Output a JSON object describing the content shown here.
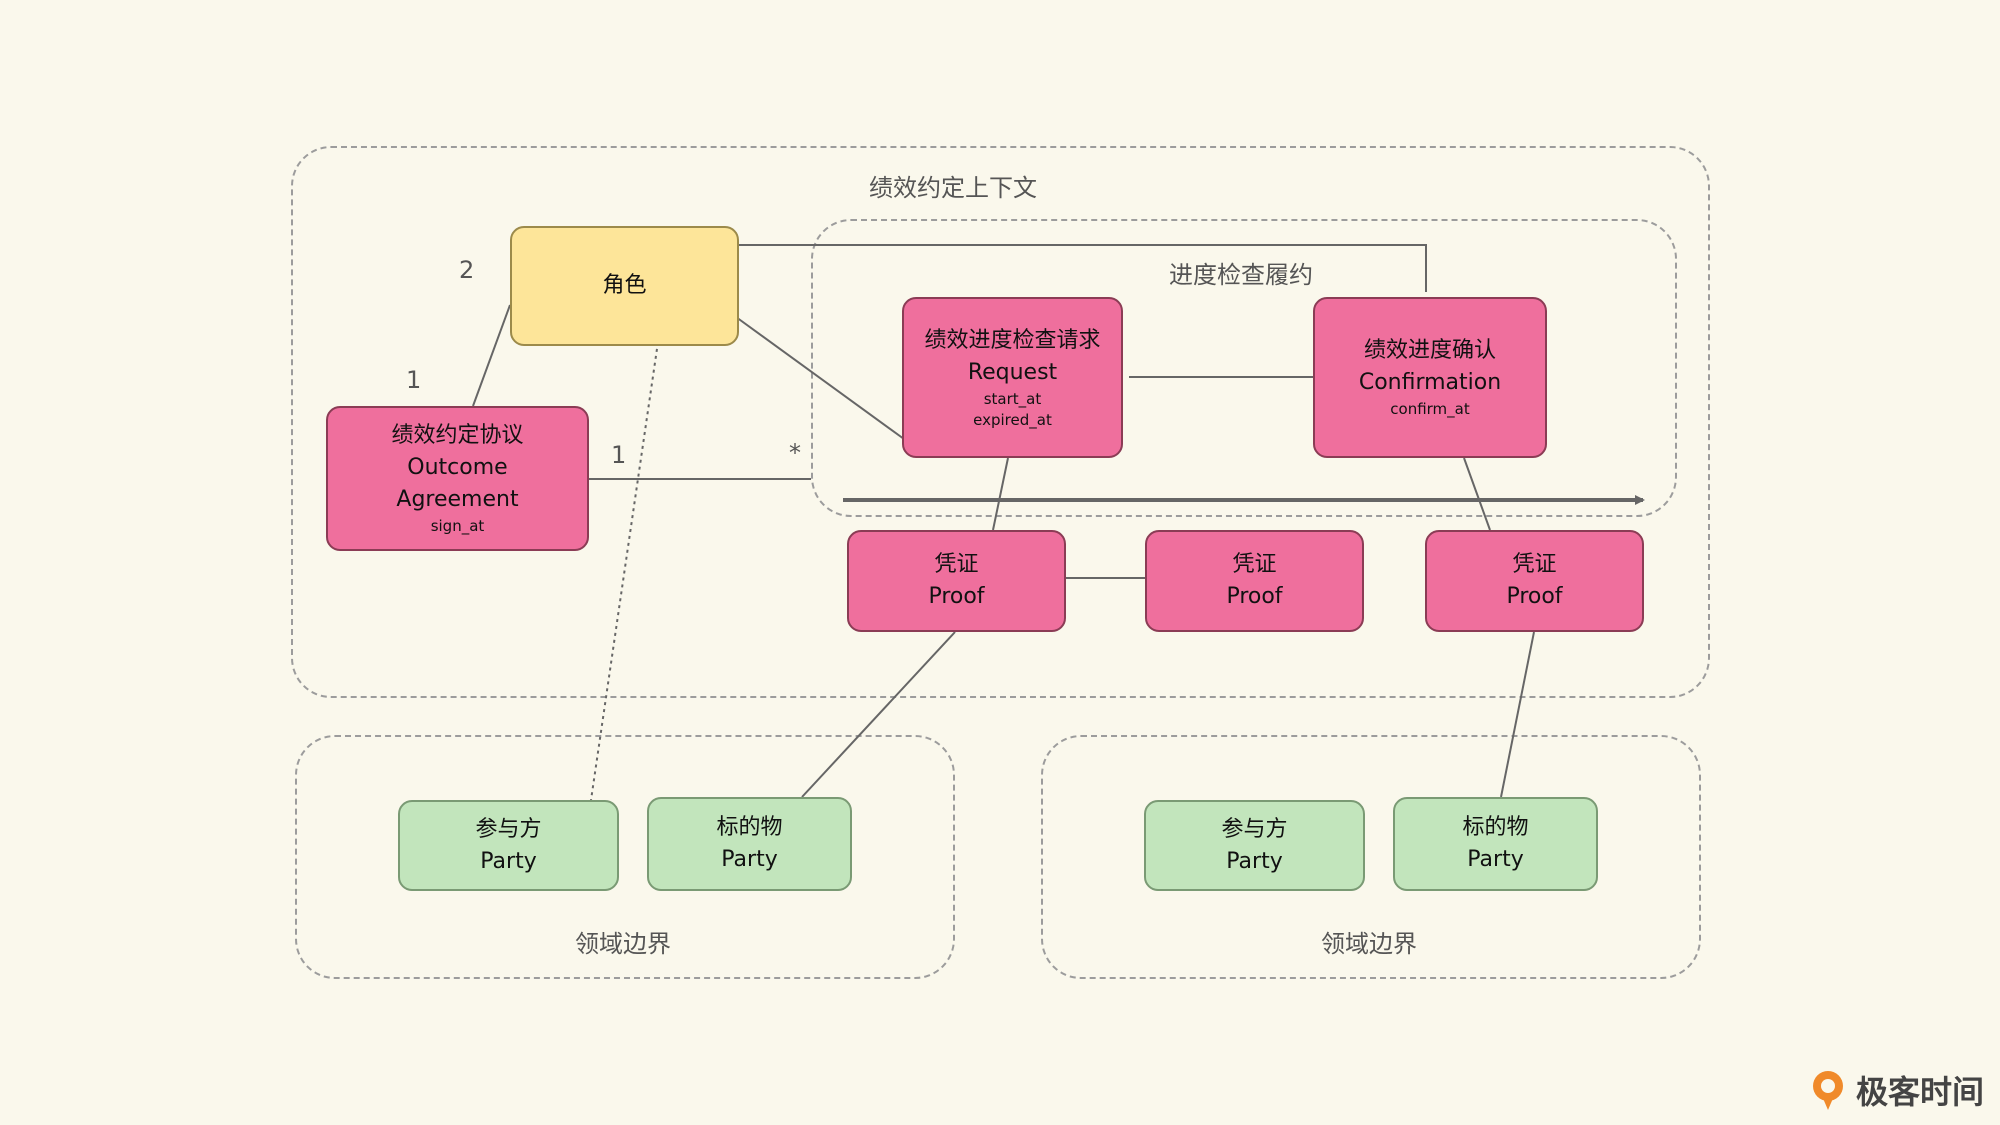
{
  "contexts": {
    "main_label": "绩效约定上下文",
    "inner_label": "进度检查履约",
    "domain_left_label": "领域边界",
    "domain_right_label": "领域边界"
  },
  "boxes": {
    "role": {
      "title": "角色"
    },
    "agreement": {
      "cn": "绩效约定协议",
      "en1": "Outcome",
      "en2": "Agreement",
      "field": "sign_at"
    },
    "request": {
      "cn": "绩效进度检查请求",
      "en": "Request",
      "field1": "start_at",
      "field2": "expired_at"
    },
    "confirmation": {
      "cn": "绩效进度确认",
      "en": "Confirmation",
      "field": "confirm_at"
    },
    "proof1": {
      "cn": "凭证",
      "en": "Proof"
    },
    "proof2": {
      "cn": "凭证",
      "en": "Proof"
    },
    "proof3": {
      "cn": "凭证",
      "en": "Proof"
    },
    "party_left": {
      "cn": "参与方",
      "en": "Party"
    },
    "subject_left": {
      "cn": "标的物",
      "en": "Party"
    },
    "party_right": {
      "cn": "参与方",
      "en": "Party"
    },
    "subject_right": {
      "cn": "标的物",
      "en": "Party"
    }
  },
  "multiplicities": {
    "role_top": "2",
    "agreement_top": "1",
    "agreement_right": "1",
    "inner_many": "*"
  },
  "brand": {
    "name": "极客时间"
  },
  "colors": {
    "entity": "#ef6f9d",
    "role": "#fde599",
    "domain_entity": "#c2e5bc",
    "background": "#faf8ec"
  }
}
